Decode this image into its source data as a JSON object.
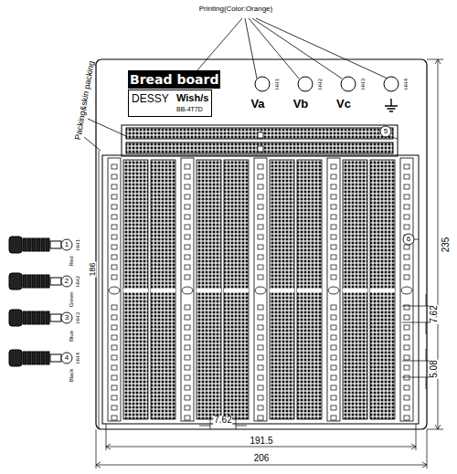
{
  "diagram": {
    "nodes": [
      {
        "text": [
          "Bread board"
        ]
      },
      {
        "text": [
          "DESSY",
          "Wish/s",
          "BB-4T7D"
        ]
      }
    ],
    "labels": [
      "Printing(Color:Orange)",
      "Va",
      "Vb",
      "Vc",
      "HH1",
      "HH2",
      "HH3",
      "HH4",
      "Packing&skin packing",
      "5",
      "6",
      "HH1",
      "Red",
      "HH2",
      "Green",
      "HH3",
      "Blue",
      "HH4",
      "Black",
      "1",
      "2",
      "3",
      "4",
      "235",
      "186",
      "7.62",
      "5.08",
      "7.62",
      "191.5",
      "206"
    ]
  }
}
